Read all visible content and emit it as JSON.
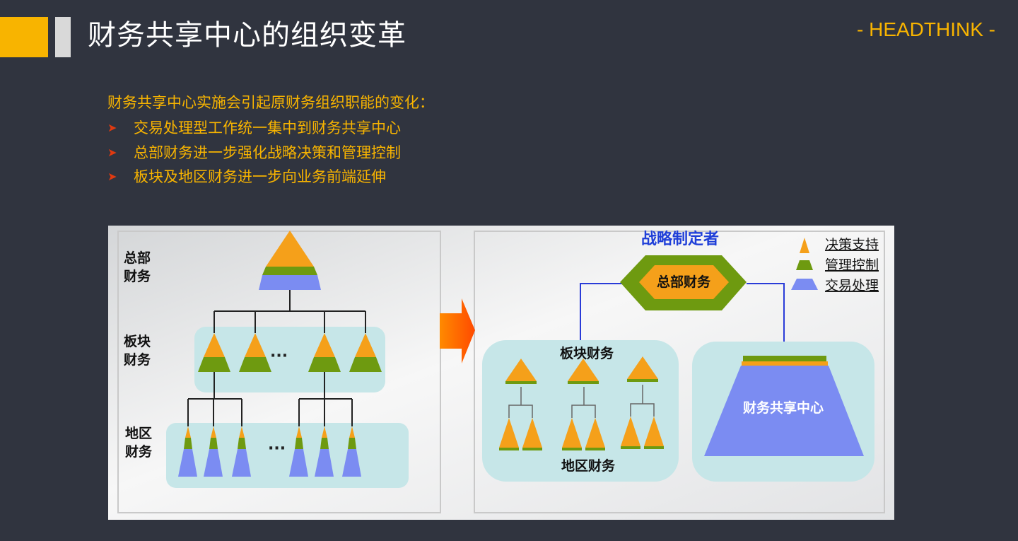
{
  "header": {
    "title": "财务共享中心的组织变革",
    "brand": "- HEADTHINK -"
  },
  "content": {
    "intro": "财务共享中心实施会引起原财务组织职能的变化：",
    "bullets": [
      "交易处理型工作统一集中到财务共享中心",
      "总部财务进一步强化战略决策和管理控制",
      "板块及地区财务进一步向业务前端延伸"
    ]
  },
  "diagram": {
    "left": {
      "label_hq": [
        "总部",
        "财务"
      ],
      "label_segment": [
        "板块",
        "财务"
      ],
      "label_region": [
        "地区",
        "财务"
      ],
      "ellipsis": "···"
    },
    "right": {
      "strategist": "战略制定者",
      "hq": "总部财务",
      "segment": "板块财务",
      "region": "地区财务",
      "ssc": "财务共享中心"
    },
    "legend": [
      {
        "label": "决策支持",
        "color": "#f5a01a"
      },
      {
        "label": "管理控制",
        "color": "#6e9a10"
      },
      {
        "label": "交易处理",
        "color": "#7b8cf2"
      }
    ],
    "colors": {
      "decision": "#f5a01a",
      "control": "#6e9a10",
      "transaction": "#7b8cf2",
      "panel": "#c6e6e8",
      "arrow": "#ff6a00",
      "connector": "#2a3cd8",
      "strategist_text": "#1f3fd8"
    }
  }
}
